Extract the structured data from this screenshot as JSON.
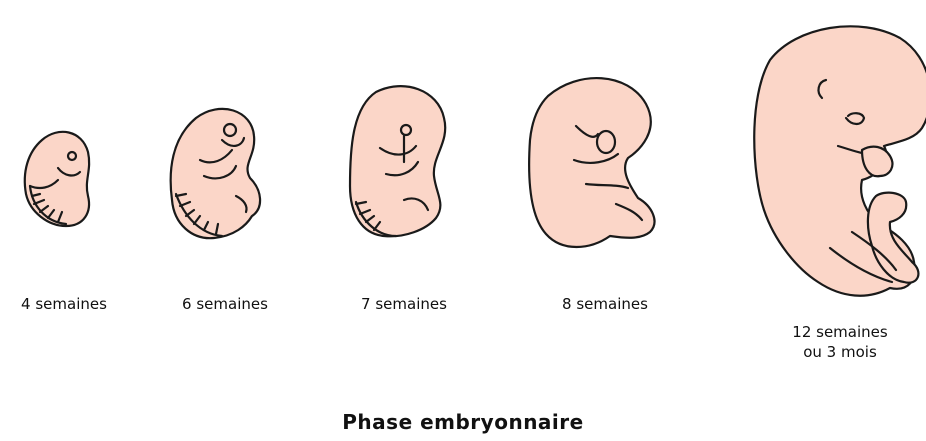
{
  "stages": [
    {
      "label": "4 semaines",
      "icon": "embryo-4-weeks"
    },
    {
      "label": "6 semaines",
      "icon": "embryo-6-weeks"
    },
    {
      "label": "7 semaines",
      "icon": "embryo-7-weeks"
    },
    {
      "label": "8 semaines",
      "icon": "embryo-8-weeks"
    },
    {
      "label_line1": "12 semaines",
      "label_line2": "ou 3 mois",
      "icon": "fetus-12-weeks"
    }
  ],
  "title": "Phase embryonnaire",
  "colors": {
    "skin": "#fbd6c8",
    "outline": "#1a1a1a",
    "background": "#ffffff"
  }
}
